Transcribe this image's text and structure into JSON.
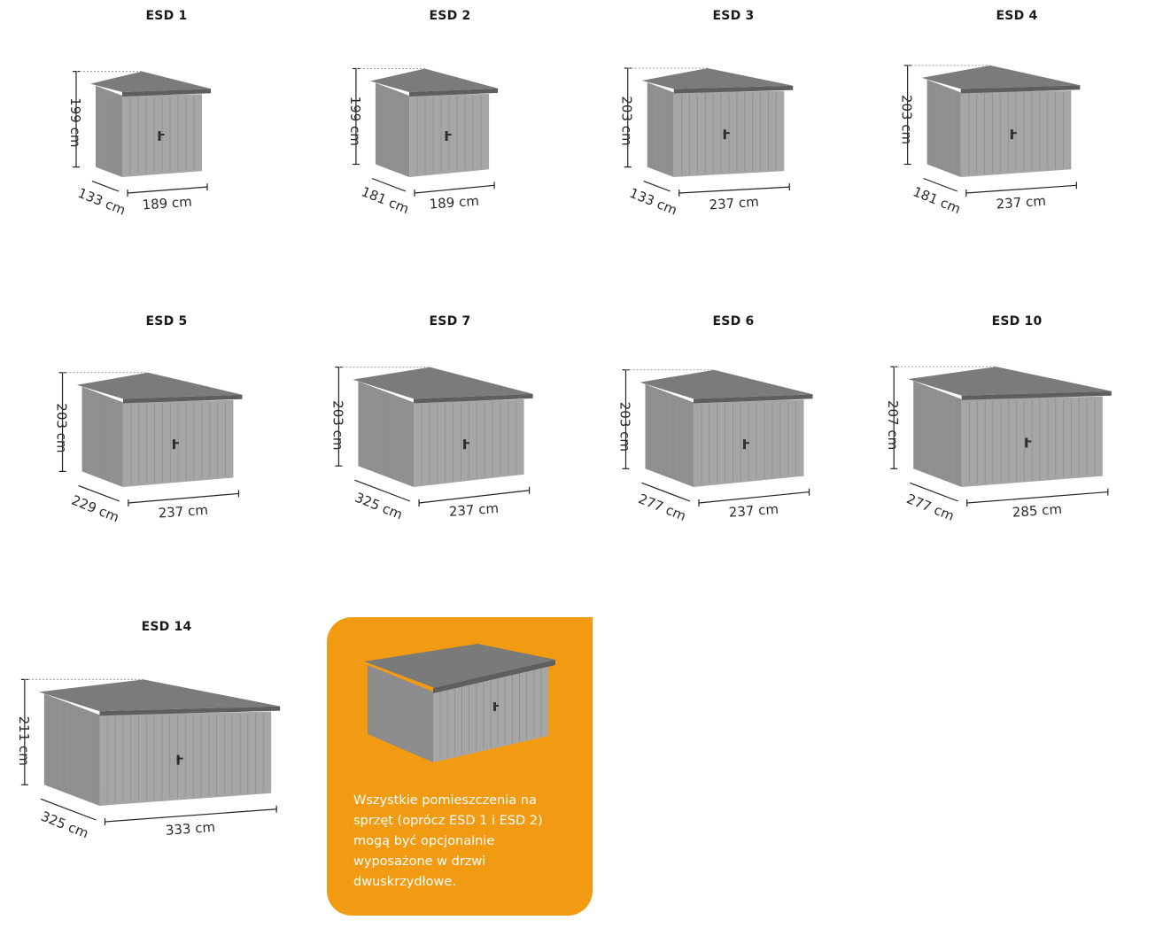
{
  "colors": {
    "accent": "#f29a12",
    "shed_front": "#a4a4a4",
    "shed_side": "#8e8e8e",
    "roof": "#6e6e6e"
  },
  "sheds": [
    {
      "model": "ESD 1",
      "height": "199 cm",
      "depth": "133 cm",
      "width": "189 cm"
    },
    {
      "model": "ESD 2",
      "height": "199 cm",
      "depth": "181 cm",
      "width": "189 cm"
    },
    {
      "model": "ESD 3",
      "height": "203 cm",
      "depth": "133 cm",
      "width": "237 cm"
    },
    {
      "model": "ESD 4",
      "height": "203 cm",
      "depth": "181 cm",
      "width": "237 cm"
    },
    {
      "model": "ESD 5",
      "height": "203 cm",
      "depth": "229 cm",
      "width": "237 cm"
    },
    {
      "model": "ESD 7",
      "height": "203 cm",
      "depth": "325 cm",
      "width": "237 cm"
    },
    {
      "model": "ESD 6",
      "height": "203 cm",
      "depth": "277 cm",
      "width": "237 cm"
    },
    {
      "model": "ESD 10",
      "height": "207 cm",
      "depth": "277 cm",
      "width": "285 cm"
    },
    {
      "model": "ESD 14",
      "height": "211 cm",
      "depth": "325 cm",
      "width": "333 cm"
    }
  ],
  "info_box": {
    "icon": "shed-double-door-illustration",
    "text": "Wszystkie pomieszczenia na sprzęt (oprócz ESD 1 i ESD 2) mogą być opcjonalnie wyposażone w drzwi dwuskrzydłowe."
  }
}
